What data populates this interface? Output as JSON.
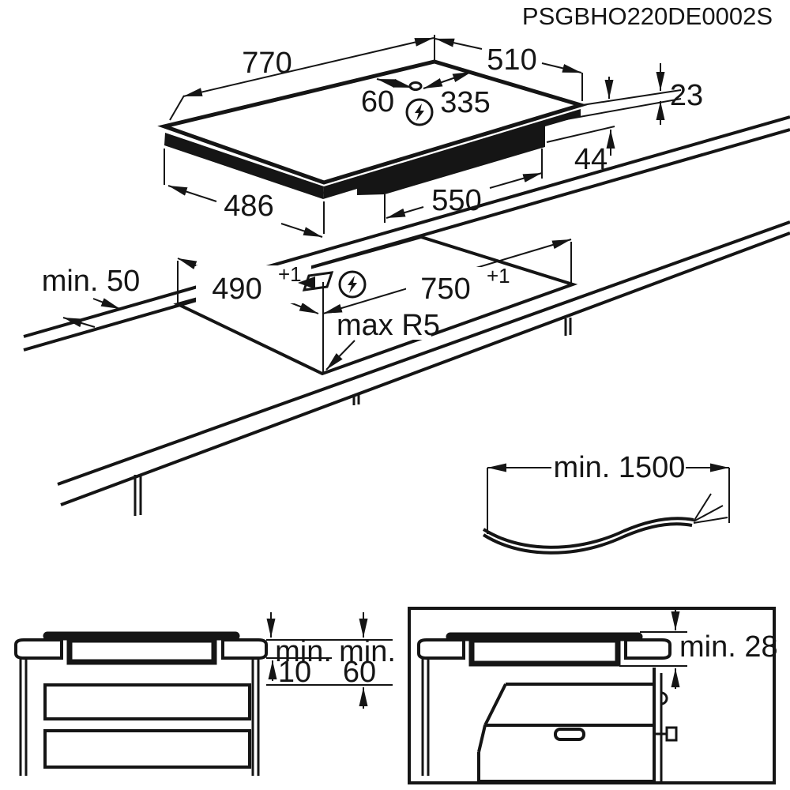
{
  "title": "PSGBHO220DE0002S",
  "accent_color": "#151515",
  "icons": {
    "electrical_connection": "lightning-bolt-in-circle",
    "cable_outlet": "small-ellipse-mark"
  },
  "hob_view": {
    "width": "770",
    "depth": "510",
    "outlet_offset_back": "60",
    "outlet_offset_side": "335",
    "glass_thickness": "23",
    "body_height": "44",
    "body_depth": "486",
    "body_width": "550"
  },
  "cutout_view": {
    "wall_clearance": "min. 50",
    "cutout_depth": "490",
    "cutout_depth_tolerance": "+1",
    "cutout_width": "750",
    "cutout_width_tolerance": "+1",
    "corner_radius": "max R5"
  },
  "cable_view": {
    "cable_length": "min. 1500"
  },
  "clearance_left_view": {
    "min_label_1": "min.",
    "value_1": "10",
    "min_label_2": "min.",
    "value_2": "60"
  },
  "clearance_right_view": {
    "oven_clearance": "min. 28"
  }
}
